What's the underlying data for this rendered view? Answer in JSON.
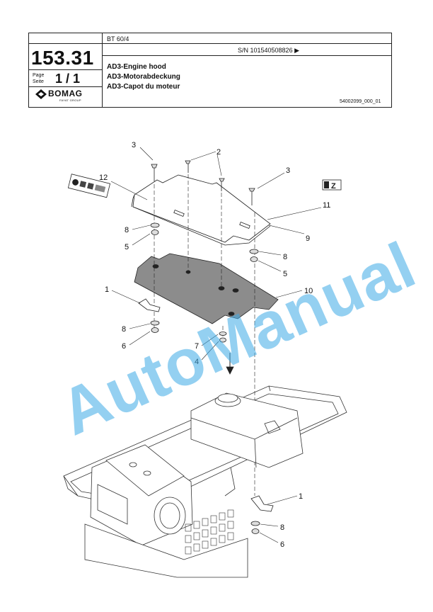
{
  "header": {
    "part_number": "153.31",
    "page_label_en": "Page",
    "page_label_de": "Seite",
    "page_value": "1 / 1",
    "brand": "BOMAG",
    "brand_sub": "FAYAT GROUP",
    "model": "BT 60/4",
    "serial": "S/N 101540508826  ▶",
    "title_en": "AD3-Engine hood",
    "title_de": "AD3-Motorabdeckung",
    "title_fr": "AD3-Capot du moteur",
    "drawing_ref": "54002099_000_01"
  },
  "callouts": {
    "c1a": "1",
    "c1b": "1",
    "c2": "2",
    "c3a": "3",
    "c3b": "3",
    "c4": "4",
    "c5a": "5",
    "c5b": "5",
    "c6a": "6",
    "c6b": "6",
    "c7": "7",
    "c8a": "8",
    "c8b": "8",
    "c8c": "8",
    "c8d": "8",
    "c9": "9",
    "c10": "10",
    "c11": "11",
    "c12": "12"
  },
  "watermark": "AutoManual",
  "colors": {
    "plate_gray": "#8c8c8c",
    "watermark": "#3caae6"
  }
}
